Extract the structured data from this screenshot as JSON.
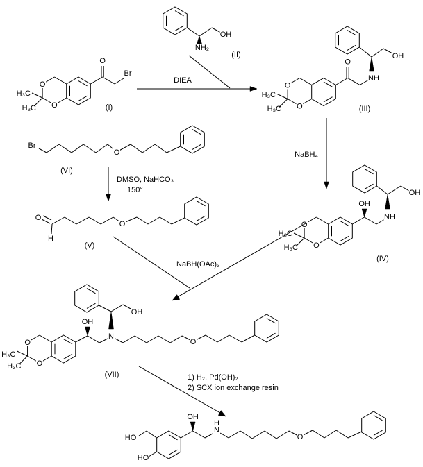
{
  "scheme": {
    "compounds": {
      "I": "(I)",
      "II": "(II)",
      "III": "(III)",
      "IV": "(IV)",
      "V": "(V)",
      "VI": "(VI)",
      "VII": "(VII)"
    },
    "reagents": {
      "diea": "DIEA",
      "nabh4": "NaBH₄",
      "dmso_line1": "DMSO, NaHCO₃",
      "dmso_line2": "150°",
      "nabh_oac3": "NaBH(OAc)₃",
      "hydrogenolysis_line1": "1) H₂, Pd(OH)₂",
      "hydrogenolysis_line2": "2) SCX  ion exchange resin"
    },
    "atoms": {
      "O": "O",
      "OH": "OH",
      "HO": "HO",
      "N": "N",
      "NH": "NH",
      "NH2": "NH₂",
      "H": "H",
      "Br": "Br",
      "H3C": "H₃C"
    },
    "colors": {
      "line": "#000000",
      "background": "#ffffff"
    }
  }
}
